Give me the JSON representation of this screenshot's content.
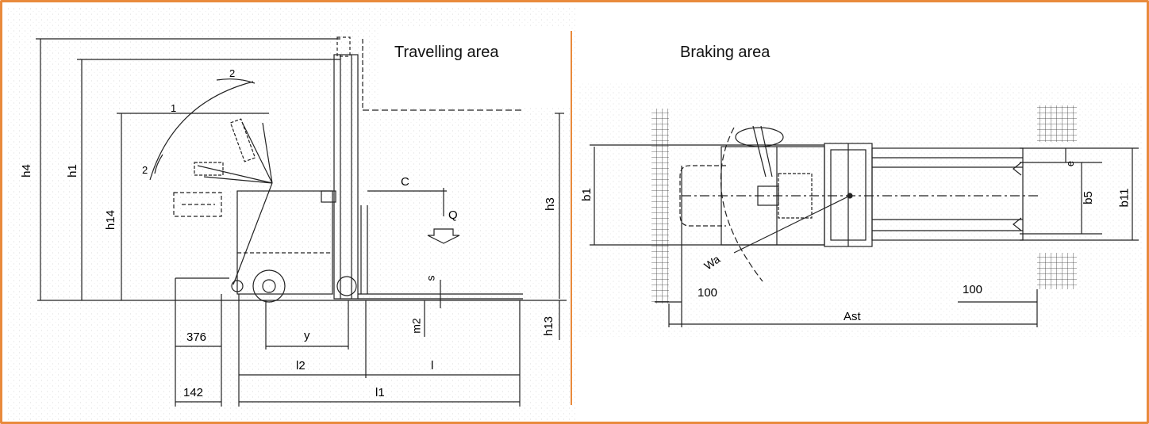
{
  "captions": {
    "travelling": "Travelling area",
    "braking": "Braking area"
  },
  "side_view": {
    "labels": {
      "h4": "h4",
      "h1": "h1",
      "h14": "h14",
      "h3": "h3",
      "h13": "h13",
      "c": "C",
      "q": "Q",
      "s": "s",
      "m2": "m2",
      "y": "y",
      "l2": "l2",
      "l": "l",
      "l1": "l1",
      "d376": "376",
      "d142": "142",
      "a1": "1",
      "a2": "2",
      "a2b": "2"
    }
  },
  "top_view": {
    "labels": {
      "b1": "b1",
      "b5": "b5",
      "b11": "b11",
      "e": "e",
      "wa": "Wa",
      "left100": "100",
      "right100": "100",
      "ast": "Ast"
    }
  },
  "colors": {
    "frame": "#e98a3c",
    "line": "#222222",
    "divider": "#e98a3c"
  }
}
